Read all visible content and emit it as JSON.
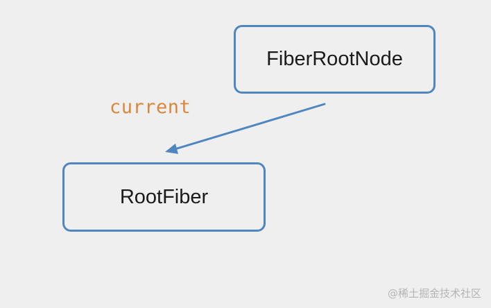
{
  "diagram": {
    "nodes": [
      {
        "id": "fiber-root-node",
        "label": "FiberRootNode"
      },
      {
        "id": "root-fiber",
        "label": "RootFiber"
      }
    ],
    "edges": [
      {
        "from": "fiber-root-node",
        "to": "root-fiber",
        "label": "current"
      }
    ]
  },
  "watermark": "@稀土掘金技术社区",
  "colors": {
    "background": "#efefef",
    "node_border": "#4f86c0",
    "arrow": "#4f86c0",
    "edge_label": "#d9873b",
    "node_text": "#1a1a1a",
    "watermark": "#b4b4b4"
  }
}
